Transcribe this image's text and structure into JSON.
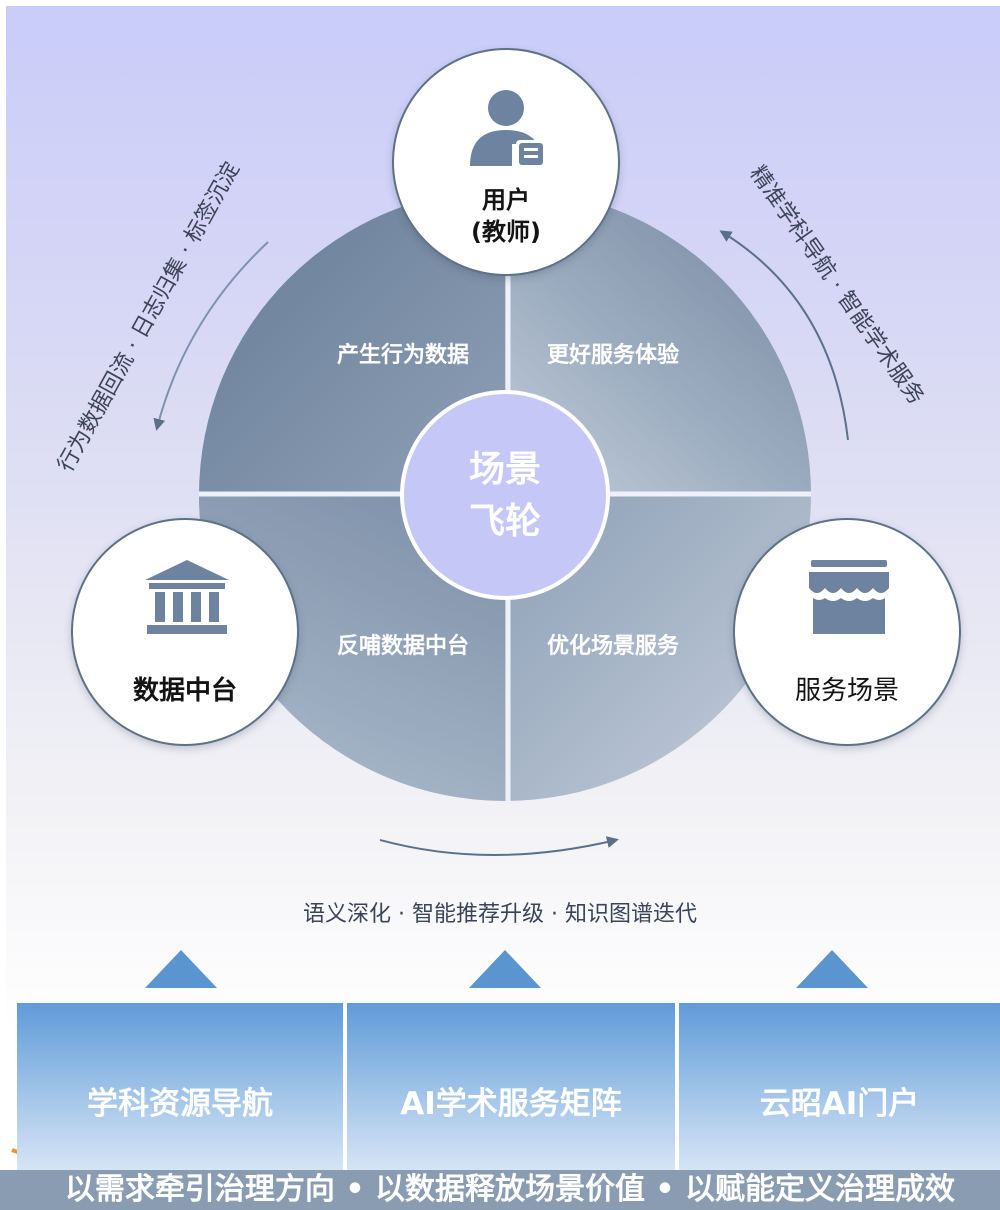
{
  "flywheel": {
    "center": {
      "line1": "场景",
      "line2": "飞轮"
    },
    "quadrants": {
      "top_left": "产生行为数据",
      "top_right": "更好服务体验",
      "bottom_left": "反哺数据中台",
      "bottom_right": "优化场景服务"
    }
  },
  "nodes": {
    "user": {
      "title": "用户",
      "subtitle": "(教师)",
      "icon": "user-card-icon"
    },
    "data_platform": {
      "title": "数据中台",
      "icon": "bank-building-icon"
    },
    "service_scene": {
      "title": "服务场景",
      "icon": "storefront-icon"
    }
  },
  "arcs": {
    "left": "行为数据回流 · 日志归集 · 标签沉淀",
    "right": "精准学科导航 · 智能学术服务",
    "bottom": "语义深化 · 智能推荐升级 · 知识图谱迭代"
  },
  "bottom_bar": {
    "items": [
      "学科资源导航",
      "AI学术服务矩阵",
      "云昭AI门户"
    ]
  },
  "slogan": "以需求牵引治理方向 • 以数据释放场景价值 • 以赋能定义治理成效",
  "colors": {
    "wheel_dark": "#6e849c",
    "wheel_light": "#b9c4d4",
    "center": "#c4c6f7",
    "bar_top": "#5f9bd8",
    "accent_dash": "#e8972e",
    "slogan_bg": "#8a9cb2"
  }
}
